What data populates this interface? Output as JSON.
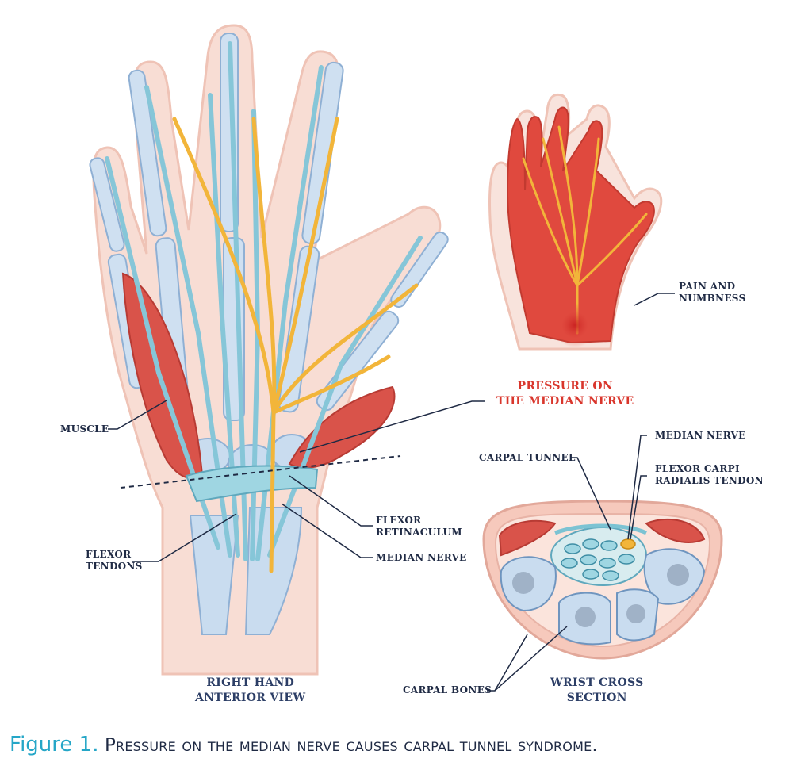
{
  "labels": {
    "muscle": "MUSCLE",
    "flexor_tendons": "FLEXOR\nTENDONS",
    "flexor_retinaculum": "FLEXOR\nRETINACULUM",
    "median_nerve_hand": "MEDIAN NERVE",
    "pressure": "PRESSURE ON\nTHE MEDIAN NERVE",
    "pain_numbness": "PAIN AND\nNUMBNESS",
    "median_nerve_section": "MEDIAN NERVE",
    "carpal_tunnel": "CARPAL TUNNEL",
    "flexor_carpi": "FLEXOR CARPI\nRADIALIS TENDON",
    "carpal_bones": "CARPAL BONES",
    "right_hand_view": "RIGHT HAND\nANTERIOR VIEW",
    "wrist_section": "WRIST CROSS\nSECTION"
  },
  "caption": {
    "figure": "Figure 1.",
    "text": " Pressure on the median nerve causes carpal tunnel syndrome."
  },
  "colors": {
    "skin": "#f6d5cb",
    "bone": "#c9dcef",
    "tendon": "#9fd6e2",
    "nerve": "#f2b53a",
    "muscle": "#d9534a",
    "pain": "#e0493e",
    "accent": "#24a6c7",
    "label": "#1f2a44"
  }
}
